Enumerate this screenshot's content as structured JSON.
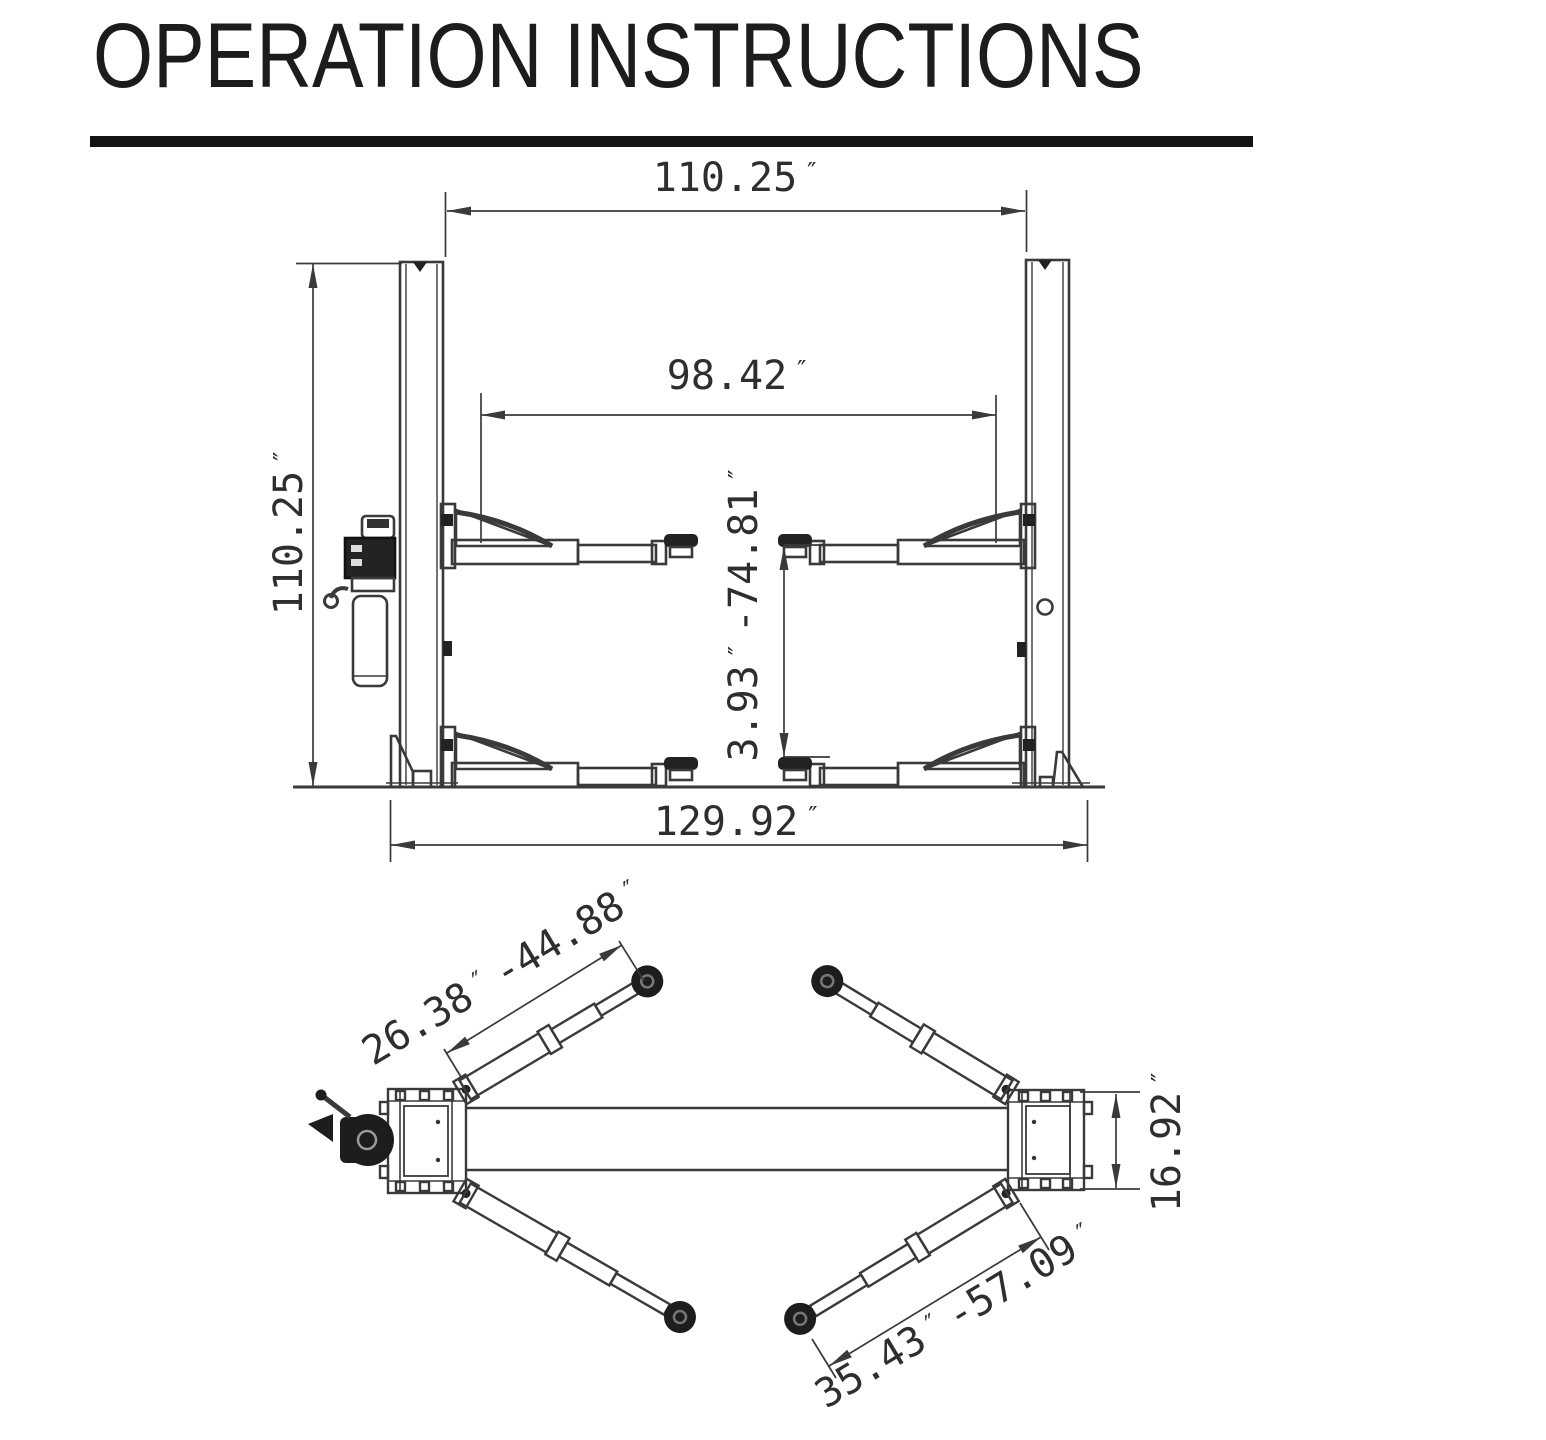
{
  "title": "OPERATION INSTRUCTIONS",
  "front_view": {
    "dim_top_width": {
      "value": "110.25",
      "unit": "″"
    },
    "dim_inner_width": {
      "value": "98.42",
      "unit": "″"
    },
    "dim_height": {
      "value": "110.25",
      "unit": "″"
    },
    "dim_lift_range": {
      "v1": "3.93",
      "u1": "″",
      "v2": "-74.81",
      "u2": "″"
    },
    "dim_base_width": {
      "value": "129.92",
      "unit": "″"
    }
  },
  "plan_view": {
    "dim_front_arm_reach": {
      "v1": "26.38",
      "u1": "″",
      "v2": "-44.88",
      "u2": "″"
    },
    "dim_rear_arm_reach": {
      "v1": "35.43",
      "u1": "″",
      "v2": "-57.09",
      "u2": "″"
    },
    "dim_post_depth": {
      "value": "16.92",
      "unit": "″"
    }
  }
}
